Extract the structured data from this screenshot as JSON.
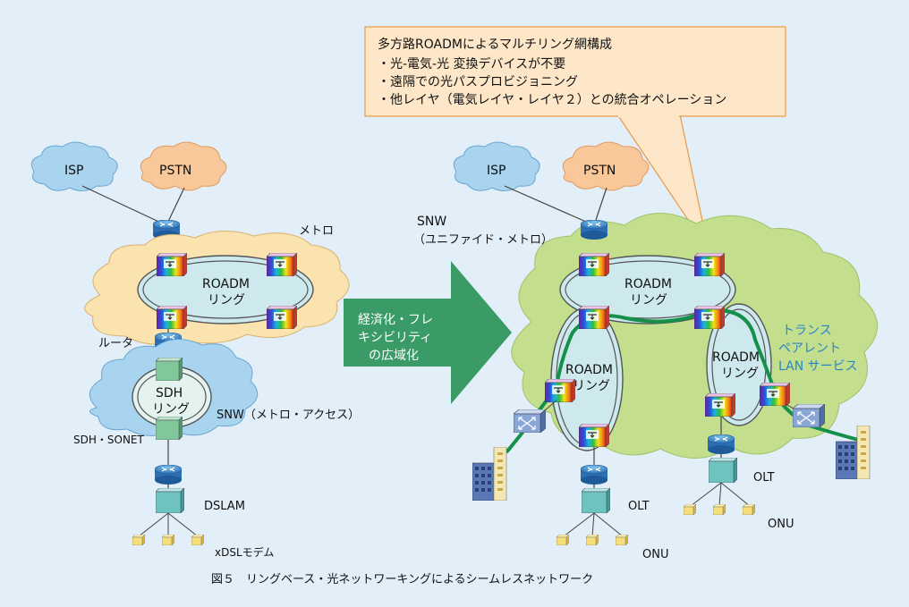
{
  "callout": {
    "title": "多方路ROADMによるマルチリング網構成",
    "items": [
      "・光-電気-光 変換デバイスが不要",
      "・遠隔での光パスプロビジョニング",
      "・他レイヤ（電気レイヤ・レイヤ２）との統合オペレーション"
    ]
  },
  "left": {
    "isp": "ISP",
    "pstn": "PSTN",
    "metro": "メトロ",
    "roadm_line1": "ROADM",
    "roadm_line2": "リング",
    "router": "ルータ",
    "sdh_line1": "SDH",
    "sdh_line2": "リング",
    "snw_access": "SNW（メトロ・アクセス）",
    "sdh_sonet": "SDH・SONET",
    "dslam": "DSLAM",
    "modem": "xDSLモデム"
  },
  "arrow": {
    "line1": "経済化・フレ",
    "line2": "キシビリティ",
    "line3": "の広域化"
  },
  "right": {
    "isp": "ISP",
    "pstn": "PSTN",
    "snw_line1": "SNW",
    "snw_line2": "（ユニファイド・メトロ）",
    "roadm_top_1": "ROADM",
    "roadm_top_2": "リング",
    "roadm_left_1": "ROADM",
    "roadm_left_2": "リング",
    "roadm_right_1": "ROADM",
    "roadm_right_2": "リング",
    "lan_1": "トランス",
    "lan_2": "ペアレント",
    "lan_3": "LAN サービス",
    "olt_left": "OLT",
    "onu_left": "ONU",
    "olt_right": "OLT",
    "onu_right": "ONU"
  },
  "caption": "図５　リングベース・光ネットワーキングによるシームレスネットワーク",
  "colors": {
    "background": "#e2eef8",
    "metro_cloud": "#fbe3b0",
    "access_cloud": "#a9d4ef",
    "isp_cloud": "#a9d4ef",
    "pstn_cloud": "#f8c79a",
    "snw_cloud": "#c3df8e",
    "ring_fill": "#cde9ee",
    "arrow": "#3a9b67",
    "lightpath": "#15904a",
    "lan_text": "#2a86c8",
    "callout": "#fde7c8"
  }
}
